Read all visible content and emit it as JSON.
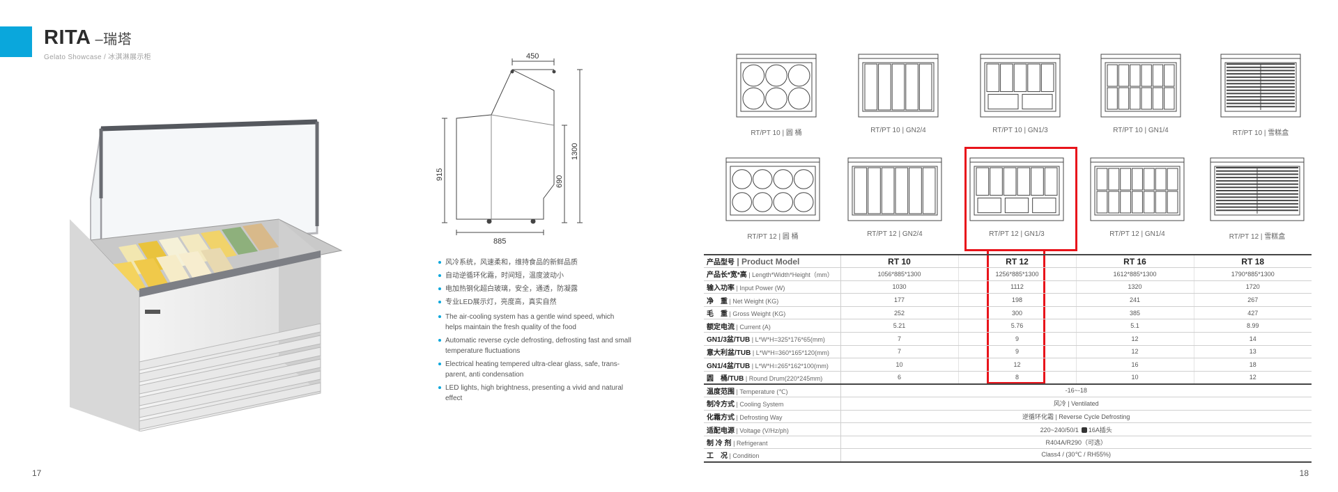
{
  "header": {
    "title": "RITA",
    "title_zh": "–瑞塔",
    "subtitle": "Gelato Showcase / 冰淇淋展示柜"
  },
  "drawing": {
    "dim_top": "450",
    "dim_left": "915",
    "dim_right_height": "690",
    "dim_total_height": "1300",
    "dim_bottom": "885"
  },
  "features_zh": [
    "风冷系统，风速柔和，维持食品的新鲜品质",
    "自动逆循环化霜，时间短，温度波动小",
    "电加热钢化超白玻璃，安全，通透，防凝露",
    "专业LED展示灯，亮度高，真实自然"
  ],
  "features_en": [
    "The air-cooling system has a gentle wind speed, which helps maintain the fresh quality of the food",
    "Automatic reverse cycle defrosting, defrosting fast and small temperature fluctuations",
    "Electrical heating tempered ultra-clear glass, safe, trans-parent, anti condensation",
    "LED lights, high brightness, presenting a vivid and natural effect"
  ],
  "thumbnails_row1": [
    {
      "caption": "RT/PT 10 | 圆 桶",
      "layout": "round-drums"
    },
    {
      "caption": "RT/PT 10 | GN2/4",
      "layout": "gn2-4"
    },
    {
      "caption": "RT/PT 10 | GN1/3",
      "layout": "gn1-3"
    },
    {
      "caption": "RT/PT 10 | GN1/4",
      "layout": "gn1-4"
    },
    {
      "caption": "RT/PT 10 | 雪糕盒",
      "layout": "ice-cream-box"
    }
  ],
  "thumbnails_row2": [
    {
      "caption": "RT/PT 12 | 圆 桶",
      "layout": "round-drums"
    },
    {
      "caption": "RT/PT 12 | GN2/4",
      "layout": "gn2-4"
    },
    {
      "caption": "RT/PT 12 | GN1/3",
      "layout": "gn1-3"
    },
    {
      "caption": "RT/PT 12 | GN1/4",
      "layout": "gn1-4"
    },
    {
      "caption": "RT/PT 12 | 雪糕盒",
      "layout": "ice-cream-box"
    }
  ],
  "specs": {
    "header": {
      "zh": "产品型号",
      "en": "Product Model",
      "models": [
        "RT 10",
        "RT 12",
        "RT 16",
        "RT 18"
      ]
    },
    "rows": [
      {
        "zh": "产品长*宽*高",
        "en": "Length*Width*Height（mm）",
        "values": [
          "1056*885*1300",
          "1256*885*1300",
          "1612*885*1300",
          "1790*885*1300"
        ]
      },
      {
        "zh": "输入功率",
        "en": "Input Power (W)",
        "values": [
          "1030",
          "1112",
          "1320",
          "1720"
        ]
      },
      {
        "zh": "净　重",
        "en": "Net Weight (KG)",
        "values": [
          "177",
          "198",
          "241",
          "267"
        ]
      },
      {
        "zh": "毛　重",
        "en": "Gross Weight (KG)",
        "values": [
          "252",
          "300",
          "385",
          "427"
        ]
      },
      {
        "zh": "额定电流",
        "en": "Current (A)",
        "values": [
          "5.21",
          "5.76",
          "5.1",
          "8.99"
        ]
      },
      {
        "zh": "GN1/3盆/TUB",
        "en": "L*W*H=325*176*65(mm)",
        "values": [
          "7",
          "9",
          "12",
          "14"
        ]
      },
      {
        "zh": "意大利盆/TUB",
        "en": "L*W*H=360*165*120(mm)",
        "values": [
          "7",
          "9",
          "12",
          "13"
        ]
      },
      {
        "zh": "GN1/4盆/TUB",
        "en": "L*W*H=265*162*100(mm)",
        "values": [
          "10",
          "12",
          "16",
          "18"
        ]
      },
      {
        "zh": "圆　桶/TUB",
        "en": "Round Drum(220*245mm)",
        "values": [
          "6",
          "8",
          "10",
          "12"
        ]
      }
    ],
    "merged_rows": [
      {
        "zh": "温度范围",
        "en": "Temperature (℃)",
        "value": "-16~-18"
      },
      {
        "zh": "制冷方式",
        "en": "Cooling System",
        "value": "风冷 | Ventilated"
      },
      {
        "zh": "化霜方式",
        "en": "Defrosting Way",
        "value": "逆循环化霜 | Reverse Cycle Defrosting"
      },
      {
        "zh": "适配电源",
        "en": "Voltage (V/Hz/ph)",
        "value": "220~240/50/1",
        "extra": "16A插头"
      },
      {
        "zh": "制 冷 剂",
        "en": "Refrigerant",
        "value": "R404A/R290（可选）"
      },
      {
        "zh": "工　况",
        "en": "Condition",
        "value": "Class4 / (30℃ / RH55%)"
      }
    ]
  },
  "page_numbers": {
    "left": "17",
    "right": "18"
  },
  "colors": {
    "accent": "#0aa7dc",
    "highlight": "#e8141b"
  }
}
